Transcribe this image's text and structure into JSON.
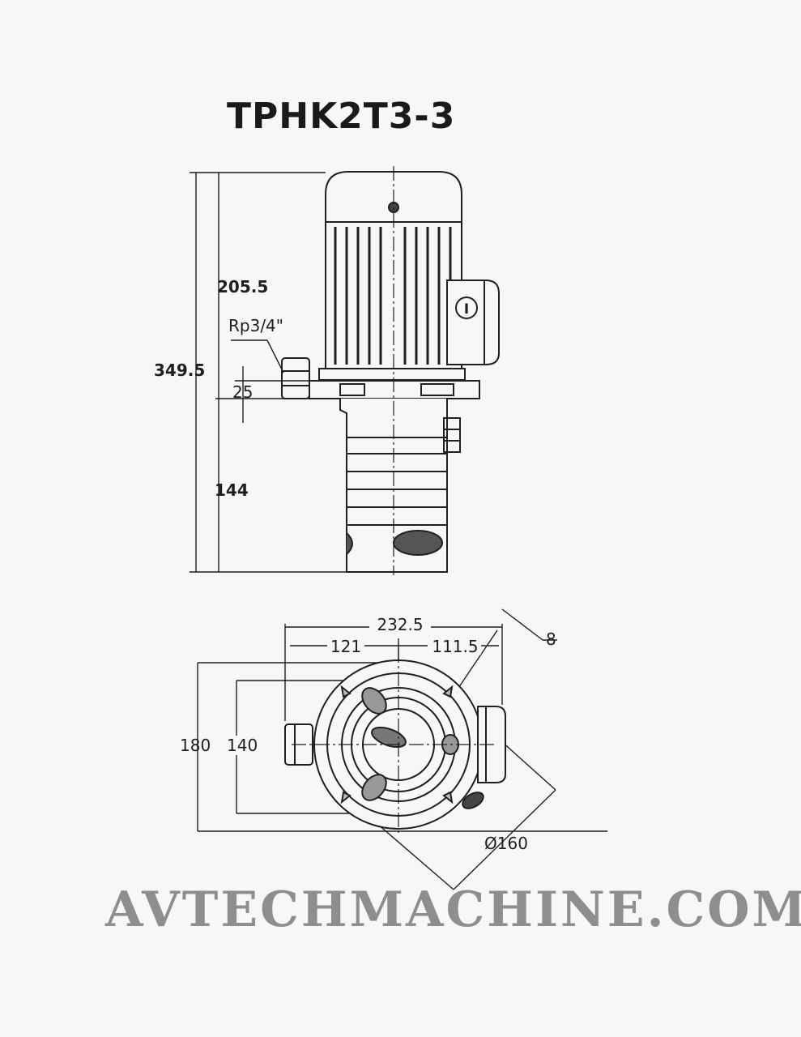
{
  "title": "TPHK2T3-3",
  "side_view": {
    "dim_overall_height": "349.5",
    "dim_motor_height": "205.5",
    "dim_outlet_thread": "Rp3/4\"",
    "dim_flange_offset": "25",
    "dim_immersion_depth": "144",
    "terminal_box_mark": "I"
  },
  "top_view": {
    "dim_overall_width": "232.5",
    "dim_left_width": "121",
    "dim_right_width": "111.5",
    "dim_hole_diameter": "8",
    "dim_overall_depth": "180",
    "dim_bolt_depth": "140",
    "dim_flange_diameter": "Ø160"
  },
  "watermark": "AVTECHMACHINE.COM"
}
